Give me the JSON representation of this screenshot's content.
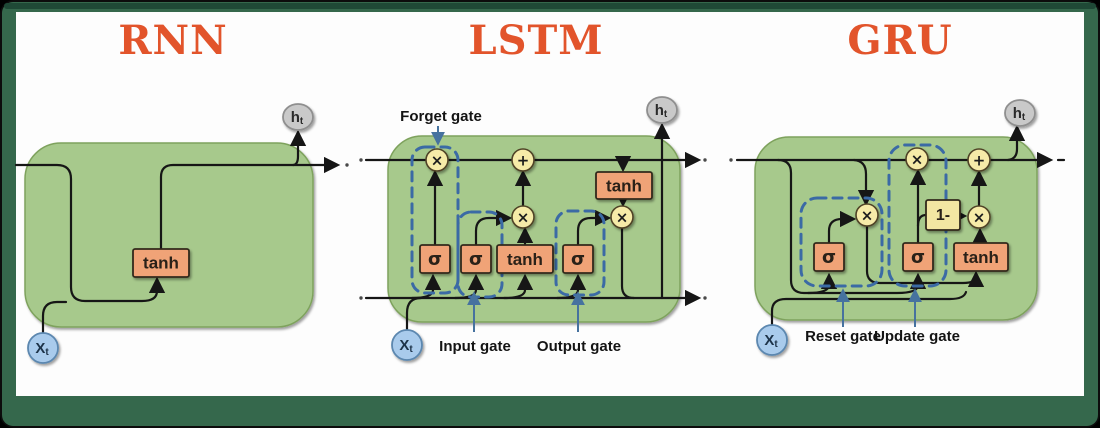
{
  "figure": {
    "titles": {
      "rnn": "RNN",
      "lstm": "LSTM",
      "gru": "GRU"
    },
    "gate_labels": {
      "forget": "Forget gate",
      "input": "Input gate",
      "output": "Output gate",
      "reset": "Reset gate",
      "update": "Update gate"
    },
    "symbols": {
      "sigma": "σ",
      "tanh": "tanh",
      "multiply": "×",
      "add": "+",
      "one_minus": "1-"
    },
    "io": {
      "input_main": "X",
      "input_sub": "t",
      "hidden_main": "h",
      "hidden_sub": "t"
    },
    "colors": {
      "title": "#e2542b",
      "cell_body": "#a7c98c",
      "cell_border": "#7ea25d",
      "op_box": "#f0a377",
      "pale_yellow": "#f3e6a2",
      "wire": "#161616",
      "gate_dash": "#3b6aa5",
      "input_node": "#a9cbec",
      "hidden_node": "#c9c9c9",
      "frame": "#35684c"
    }
  }
}
